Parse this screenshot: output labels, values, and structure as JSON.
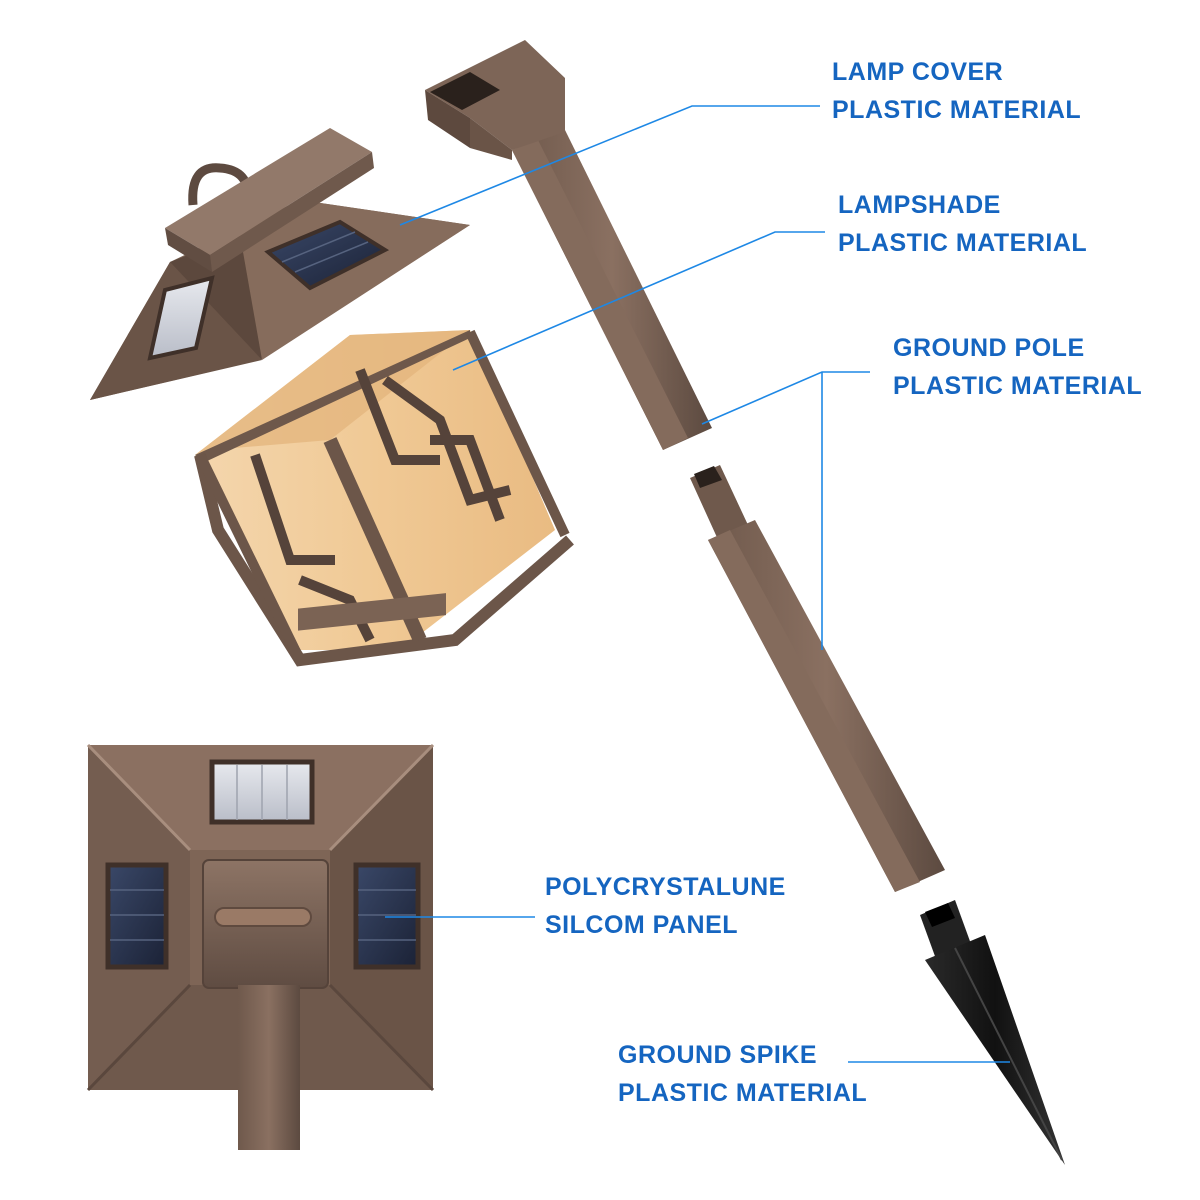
{
  "colors": {
    "label": "#1565c0",
    "leader_line": "#1e88e5",
    "bronze": "#7a6254",
    "bronze_dark": "#4e3d34",
    "bronze_light": "#9b8272",
    "amber_glass": "#f1cfa1",
    "solar_cell": "#2b3650",
    "spike": "#1c1c1c"
  },
  "labels": {
    "lamp_cover": {
      "line1": "LAMP COVER",
      "line2": "PLASTIC MATERIAL"
    },
    "lampshade": {
      "line1": "LAMPSHADE",
      "line2": "PLASTIC MATERIAL"
    },
    "ground_pole": {
      "line1": "GROUND POLE",
      "line2": "PLASTIC MATERIAL"
    },
    "solar_panel": {
      "line1": "POLYCRYSTALUNE",
      "line2": "SILCOM PANEL"
    },
    "ground_spike": {
      "line1": "GROUND SPIKE",
      "line2": "PLASTIC MATERIAL"
    }
  },
  "parts": {
    "lamp_cover_icon": "solar-lamp-roof-icon",
    "lampshade_icon": "amber-lantern-shade-icon",
    "pole_icon": "square-ground-pole-icon",
    "spike_icon": "ground-spike-icon",
    "top_view_icon": "solar-cover-top-view-icon"
  }
}
